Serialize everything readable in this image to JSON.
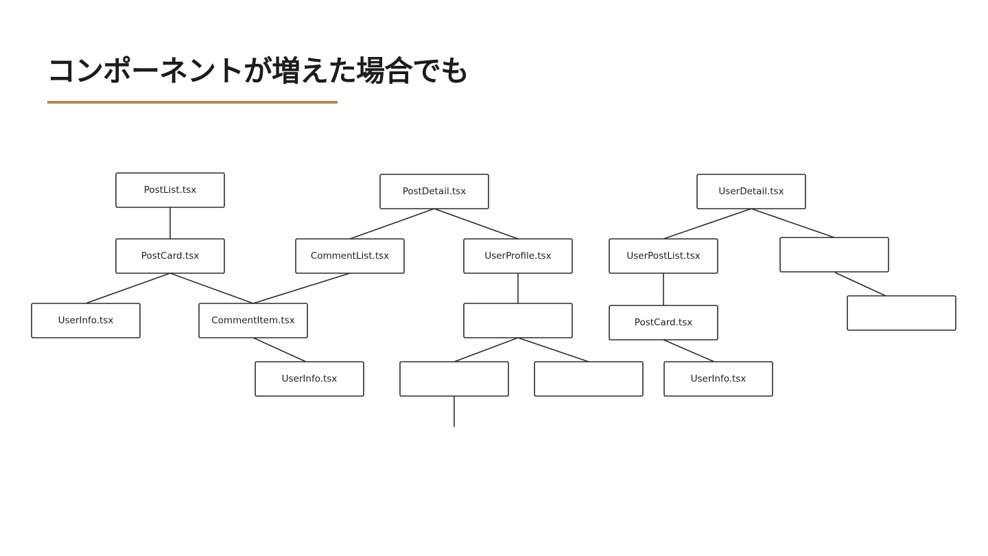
{
  "slide": {
    "title": "コンポーネントが増えた場合でも",
    "accent_color": "#b08a4e"
  },
  "diagram": {
    "nodes": [
      {
        "id": "postlist",
        "label": "PostList.tsx"
      },
      {
        "id": "postcard1",
        "label": "PostCard.tsx"
      },
      {
        "id": "userinfo1",
        "label": "UserInfo.tsx"
      },
      {
        "id": "commentitem",
        "label": "CommentItem.tsx"
      },
      {
        "id": "userinfo2",
        "label": "UserInfo.tsx"
      },
      {
        "id": "postdetail",
        "label": "PostDetail.tsx"
      },
      {
        "id": "commentlist",
        "label": "CommentList.tsx"
      },
      {
        "id": "userprofile",
        "label": "UserProfile.tsx"
      },
      {
        "id": "blank1",
        "label": ""
      },
      {
        "id": "blank2",
        "label": ""
      },
      {
        "id": "blank3",
        "label": ""
      },
      {
        "id": "userdetail",
        "label": "UserDetail.tsx"
      },
      {
        "id": "userpostlist",
        "label": "UserPostList.tsx"
      },
      {
        "id": "blank4",
        "label": ""
      },
      {
        "id": "postcard2",
        "label": "PostCard.tsx"
      },
      {
        "id": "userinfo3",
        "label": "UserInfo.tsx"
      },
      {
        "id": "blank5",
        "label": ""
      }
    ],
    "edges": [
      {
        "from": "postlist",
        "to": "postcard1"
      },
      {
        "from": "postcard1",
        "to": "userinfo1"
      },
      {
        "from": "postcard1",
        "to": "commentitem"
      },
      {
        "from": "commentlist",
        "to": "commentitem"
      },
      {
        "from": "commentitem",
        "to": "userinfo2"
      },
      {
        "from": "postdetail",
        "to": "commentlist"
      },
      {
        "from": "postdetail",
        "to": "userprofile"
      },
      {
        "from": "userprofile",
        "to": "blank1"
      },
      {
        "from": "blank1",
        "to": "blank2"
      },
      {
        "from": "blank1",
        "to": "blank3"
      },
      {
        "from": "userdetail",
        "to": "userpostlist"
      },
      {
        "from": "userdetail",
        "to": "blank4"
      },
      {
        "from": "userpostlist",
        "to": "postcard2"
      },
      {
        "from": "postcard2",
        "to": "userinfo3"
      },
      {
        "from": "blank4",
        "to": "blank5"
      },
      {
        "from": "blank2",
        "to": null
      }
    ]
  }
}
